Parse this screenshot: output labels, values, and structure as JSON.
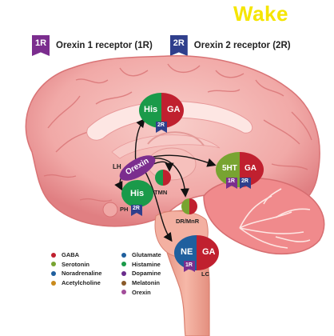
{
  "title": "Wake",
  "receptors": [
    {
      "badge": "1R",
      "label": "Orexin 1 receptor (1R)",
      "color": "#7b2d8e"
    },
    {
      "badge": "2R",
      "label": "Orexin 2 receptor (2R)",
      "color": "#2f3f8c"
    }
  ],
  "nuclei": {
    "his_ga": {
      "left": "His",
      "right": "GA",
      "receptor": "2R"
    },
    "orexin": {
      "label": "Orexin"
    },
    "lh": {
      "label": "LH"
    },
    "tmn": {
      "label": "TMN"
    },
    "his_ph": {
      "label": "His",
      "area": "PH",
      "receptor": "2R"
    },
    "dr_mnr": {
      "label": "DR/MnR"
    },
    "sht_ga": {
      "left": "5HT",
      "right": "GA",
      "receptors": [
        "1R",
        "2R"
      ]
    },
    "ne_ga": {
      "left": "NE",
      "right": "GA",
      "receptor": "1R",
      "area": "LC"
    }
  },
  "key": {
    "left": [
      {
        "label": "GABA",
        "color": "#c0202f"
      },
      {
        "label": "Serotonin",
        "color": "#78a431"
      },
      {
        "label": "Noradrenaline",
        "color": "#1f5f9e"
      },
      {
        "label": "Acetylcholine",
        "color": "#c98a1c"
      }
    ],
    "right": [
      {
        "label": "Glutamate",
        "color": "#1f5f9e"
      },
      {
        "label": "Histamine",
        "color": "#1a9a4a"
      },
      {
        "label": "Dopamine",
        "color": "#6a2c8c"
      },
      {
        "label": "Melatonin",
        "color": "#8a5a2a"
      },
      {
        "label": "Orexin",
        "color": "#a24d9a"
      }
    ]
  },
  "colors": {
    "brain": "#f1a9a7",
    "brain_dark": "#e48788",
    "brain_light": "#f7c9c6",
    "cerebellum": "#f08a8c",
    "white_matter": "#fde6e3",
    "stem": "#efa18f",
    "accent_yellow": "#f5e500",
    "his_green": "#1a9a4a",
    "ga_red": "#c0202f",
    "orexin_purple": "#7b2d8e",
    "sht_green": "#78a431",
    "ne_blue": "#1f5f9e"
  }
}
